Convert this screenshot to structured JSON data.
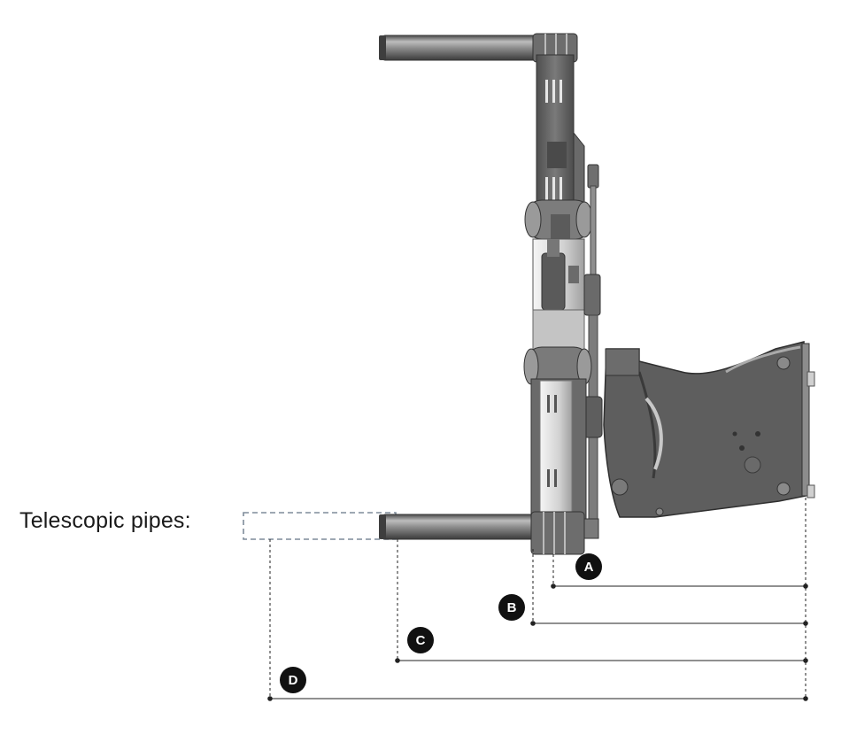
{
  "caption": "Telescopic pipes:",
  "dimensions": [
    {
      "id": "a",
      "label": "A"
    },
    {
      "id": "b",
      "label": "B"
    },
    {
      "id": "c",
      "label": "C"
    },
    {
      "id": "d",
      "label": "D"
    }
  ],
  "colors": {
    "metal_dark": "#5e5e5e",
    "metal_mid": "#8a8a8a",
    "metal_light": "#c9c9c9",
    "badge": "#111111",
    "line": "#222222",
    "dashed_outline": "#7f8c9a"
  }
}
